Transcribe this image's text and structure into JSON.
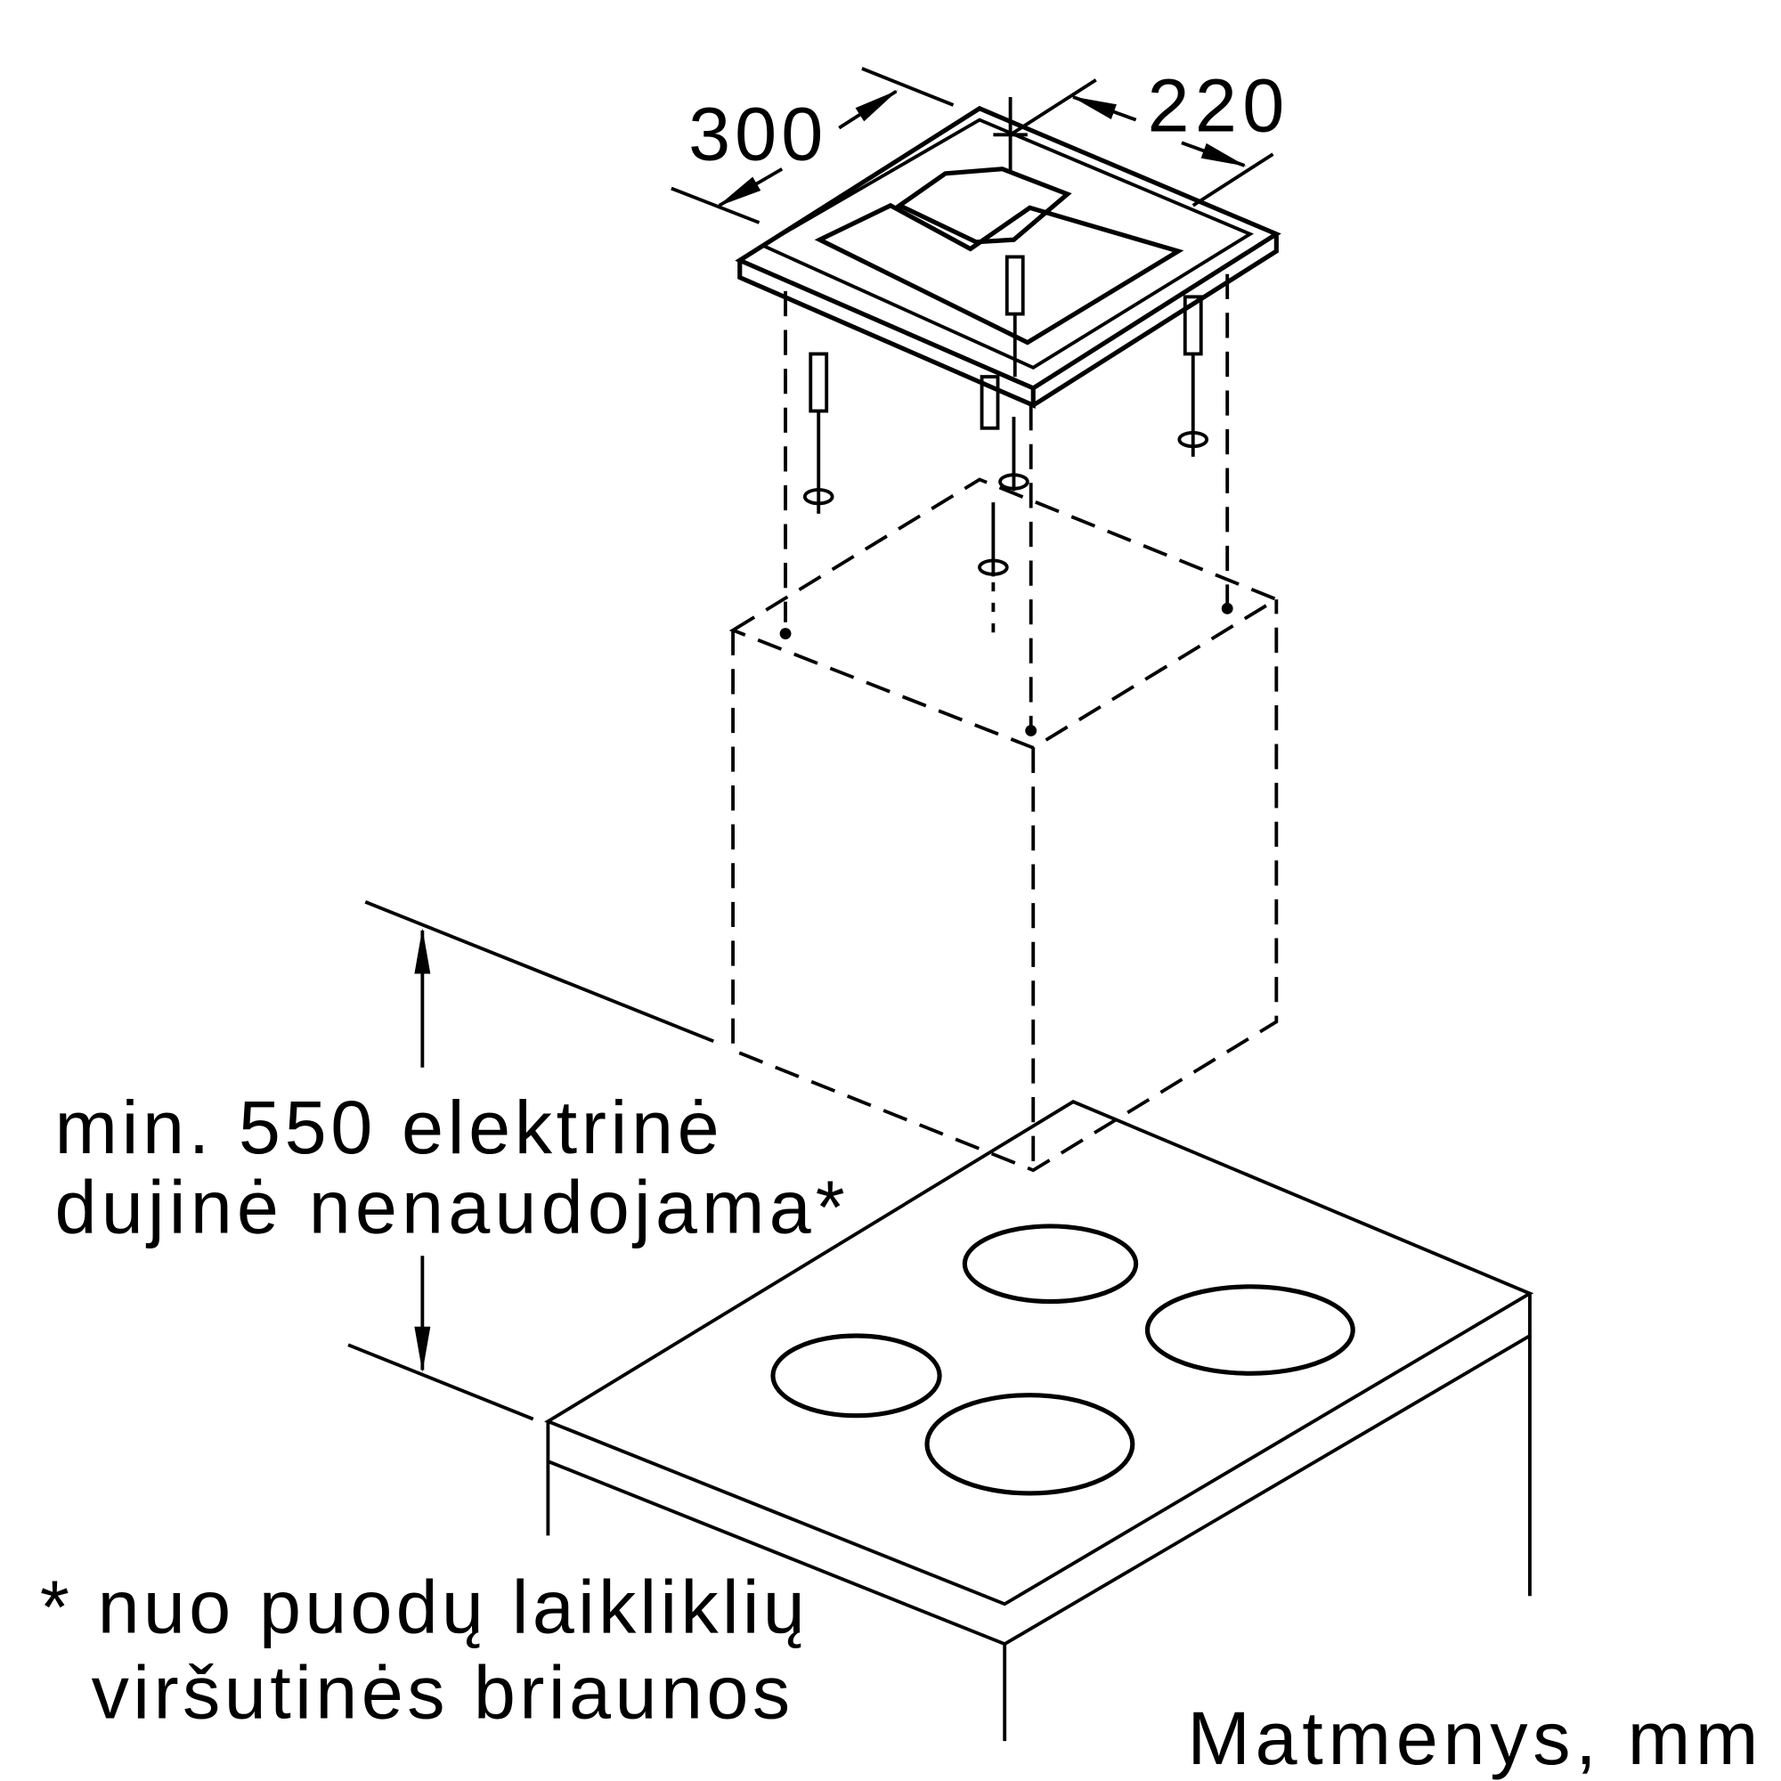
{
  "dimensions": {
    "depth": "300",
    "width": "220"
  },
  "labels": {
    "height_line1": "min. 550 elektrinė",
    "height_line2": "dujinė nenaudojama*",
    "footnote_line1": "* nuo puodų laikliklių",
    "footnote_line2": "viršutinės briaunos",
    "units": "Matmenys, mm"
  }
}
